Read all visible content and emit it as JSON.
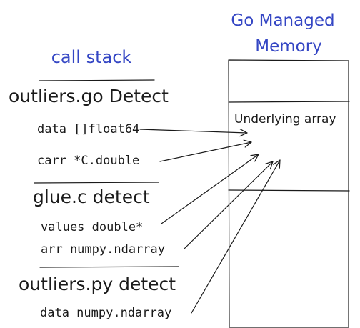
{
  "memory": {
    "title_line1": "Go Managed",
    "title_line2": "Memory",
    "array_label": "Underlying array"
  },
  "stack": {
    "title": "call stack",
    "frames": [
      {
        "name": "outliers.go Detect",
        "vars": [
          "data []float64",
          "carr *C.double"
        ]
      },
      {
        "name": "glue.c detect",
        "vars": [
          "values double*",
          "arr numpy.ndarray"
        ]
      },
      {
        "name": "outliers.py detect",
        "vars": [
          "data numpy.ndarray"
        ]
      }
    ]
  },
  "colors": {
    "ink": "#1a1a1a",
    "heading_blue": "#3446c4"
  }
}
